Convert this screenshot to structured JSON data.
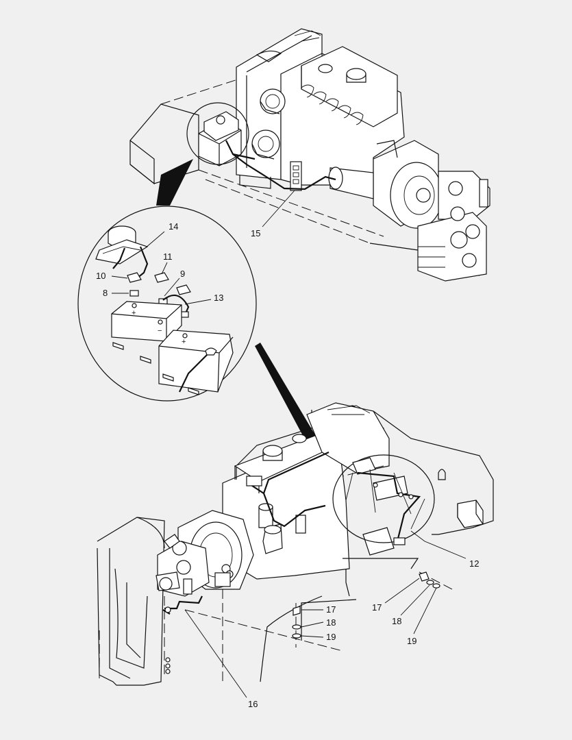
{
  "diagram": {
    "background": "#f0f0f0",
    "line_color": "#111111",
    "callouts": {
      "c14": "14",
      "c11": "11",
      "c10": "10",
      "c9": "9",
      "c8": "8",
      "c13": "13",
      "c15": "15",
      "c12": "12",
      "c17a": "17",
      "c18a": "18",
      "c19a": "19",
      "c17b": "17",
      "c18b": "18",
      "c19b": "19",
      "c16": "16"
    },
    "terminal_marks": {
      "plus_1": "+",
      "minus": "−",
      "plus_2": "+"
    }
  }
}
